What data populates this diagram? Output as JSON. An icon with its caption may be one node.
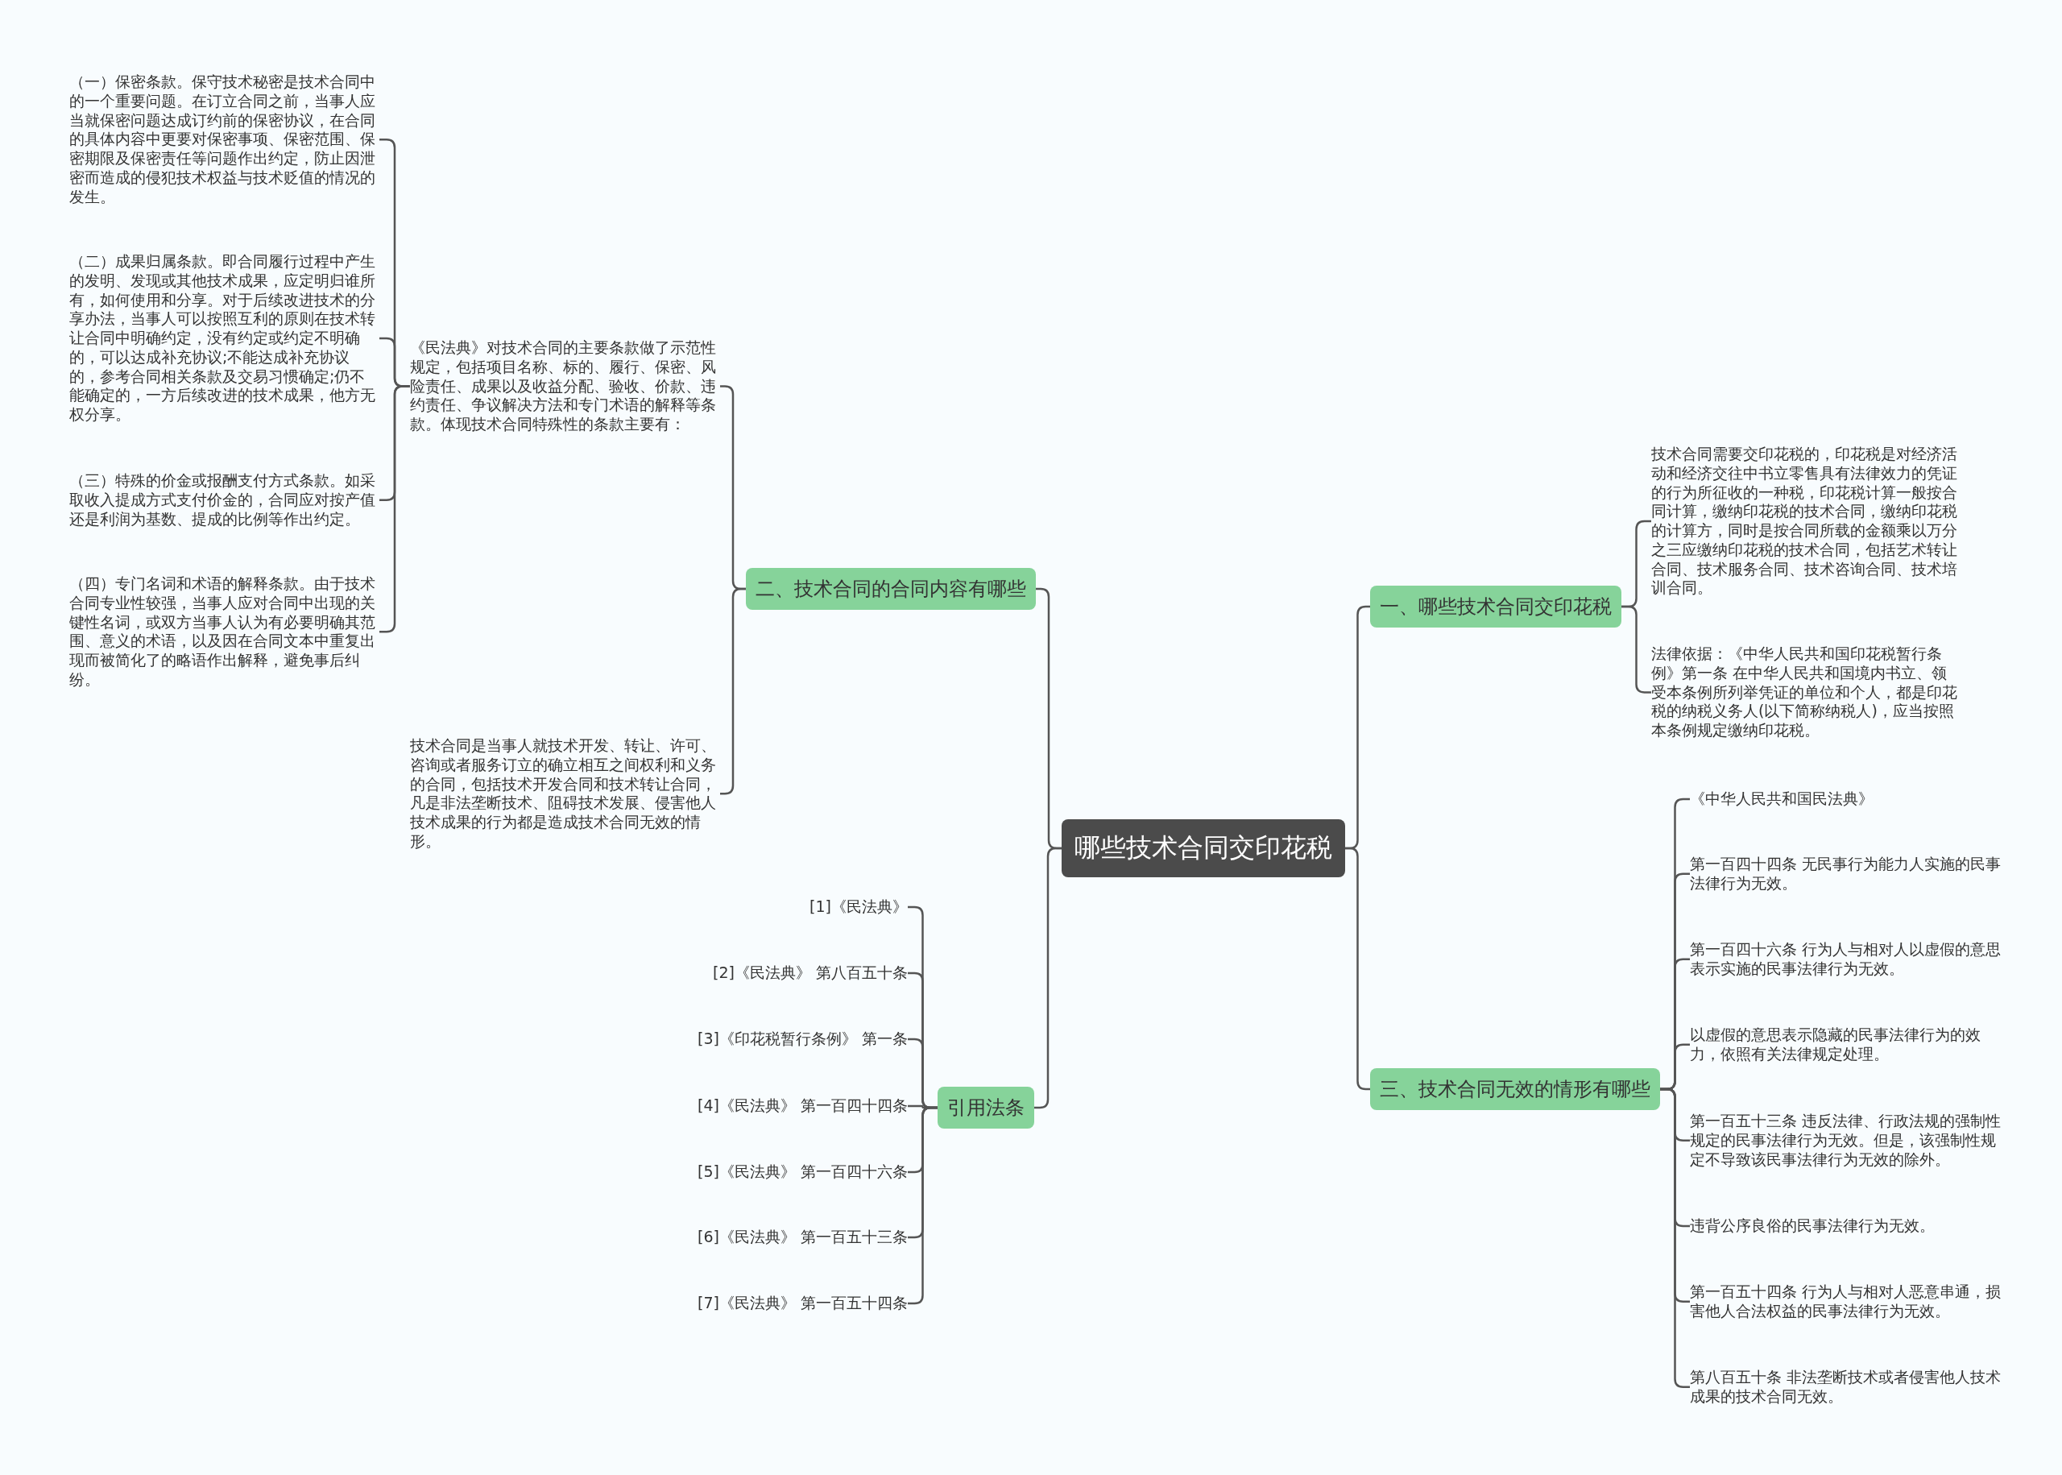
{
  "diagram": {
    "nodes": [
      {
        "text": [
          "哪些技术合同交印花税"
        ]
      },
      {
        "text": [
          "二、技术合同的合同内容有哪些"
        ]
      },
      {
        "text": [
          "《民法典》对技术合同的主要条款做了示范性规定，包括项目名称、标的、履行、保密、风险责任、成果以及收益分配、验收、价款、违约责任、争议解决方法和专门术语的解释等条款。体现技术合同特殊性的条款主要有："
        ]
      },
      {
        "text": [
          "（一）保密条款。保守技术秘密是技术合同中的一个重要问题。在订立合同之前，当事人应当就保密问题达成订约前的保密协议，在合同的具体内容中更要对保密事项、保密范围、保密期限及保密责任等问题作出约定，防止因泄密而造成的侵犯技术权益与技术贬值的情况的发生。"
        ]
      },
      {
        "text": [
          "（二）成果归属条款。即合同履行过程中产生的发明、发现或其他技术成果，应定明归谁所有，如何使用和分享。对于后续改进技术的分享办法，当事人可以按照互利的原则在技术转让合同中明确约定，没有约定或约定不明确的，可以达成补充协议;不能达成补充协议的，参考合同相关条款及交易习惯确定;仍不能确定的，一方后续改进的技术成果，他方无权分享。"
        ]
      },
      {
        "text": [
          "（三）特殊的价金或报酬支付方式条款。如采取收入提成方式支付价金的，合同应对按产值还是利润为基数、提成的比例等作出约定。"
        ]
      },
      {
        "text": [
          "（四）专门名词和术语的解释条款。由于技术合同专业性较强，当事人应对合同中出现的关键性名词，或双方当事人认为有必要明确其范围、意义的术语，以及因在合同文本中重复出现而被简化了的略语作出解释，避免事后纠纷。"
        ]
      },
      {
        "text": [
          "技术合同是当事人就技术开发、转让、许可、咨询或者服务订立的确立相互之间权利和义务的合同，包括技术开发合同和技术转让合同，凡是非法垄断技术、阻碍技术发展、侵害他人技术成果的行为都是造成技术合同无效的情形。"
        ]
      },
      {
        "text": [
          "引用法条"
        ]
      },
      {
        "text": [
          "[1]《民法典》"
        ]
      },
      {
        "text": [
          "[2]《民法典》 第八百五十条"
        ]
      },
      {
        "text": [
          "[3]《印花税暂行条例》 第一条"
        ]
      },
      {
        "text": [
          "[4]《民法典》 第一百四十四条"
        ]
      },
      {
        "text": [
          "[5]《民法典》 第一百四十六条"
        ]
      },
      {
        "text": [
          "[6]《民法典》 第一百五十三条"
        ]
      },
      {
        "text": [
          "[7]《民法典》 第一百五十四条"
        ]
      },
      {
        "text": [
          "一、哪些技术合同交印花税"
        ]
      },
      {
        "text": [
          "技术合同需要交印花税的，印花税是对经济活动和经济交往中书立零售具有法律效力的凭证的行为所征收的一种税，印花税计算一般按合同计算，缴纳印花税的技术合同，缴纳印花税的计算方，同时是按合同所载的金额乘以万分之三应缴纳印花税的技术合同，包括艺术转让合同、技术服务合同、技术咨询合同、技术培训合同。"
        ]
      },
      {
        "text": [
          "法律依据：《中华人民共和国印花税暂行条例》第一条 在中华人民共和国境内书立、领受本条例所列举凭证的单位和个人，都是印花税的纳税义务人(以下简称纳税人)，应当按照本条例规定缴纳印花税。"
        ]
      },
      {
        "text": [
          "三、技术合同无效的情形有哪些"
        ]
      },
      {
        "text": [
          "《中华人民共和国民法典》"
        ]
      },
      {
        "text": [
          "第一百四十四条 无民事行为能力人实施的民事法律行为无效。"
        ]
      },
      {
        "text": [
          "第一百四十六条 行为人与相对人以虚假的意思表示实施的民事法律行为无效。"
        ]
      },
      {
        "text": [
          "以虚假的意思表示隐藏的民事法律行为的效力，依照有关法律规定处理。"
        ]
      },
      {
        "text": [
          "第一百五十三条 违反法律、行政法规的强制性规定的民事法律行为无效。但是，该强制性规定不导致该民事法律行为无效的除外。"
        ]
      },
      {
        "text": [
          "违背公序良俗的民事法律行为无效。"
        ]
      },
      {
        "text": [
          "第一百五十四条 行为人与相对人恶意串通，损害他人合法权益的民事法律行为无效。"
        ]
      },
      {
        "text": [
          "第八百五十条 非法垄断技术或者侵害他人技术成果的技术合同无效。"
        ]
      }
    ],
    "edges": [
      {
        "from": 0,
        "to": 1,
        "arrow": "none"
      },
      {
        "from": 1,
        "to": 2,
        "arrow": "none"
      },
      {
        "from": 2,
        "to": 3,
        "arrow": "none"
      },
      {
        "from": 2,
        "to": 4,
        "arrow": "none"
      },
      {
        "from": 2,
        "to": 5,
        "arrow": "none"
      },
      {
        "from": 2,
        "to": 6,
        "arrow": "none"
      },
      {
        "from": 1,
        "to": 7,
        "arrow": "none"
      },
      {
        "from": 0,
        "to": 8,
        "arrow": "none"
      },
      {
        "from": 8,
        "to": 9,
        "arrow": "none"
      },
      {
        "from": 8,
        "to": 10,
        "arrow": "none"
      },
      {
        "from": 8,
        "to": 11,
        "arrow": "none"
      },
      {
        "from": 8,
        "to": 12,
        "arrow": "none"
      },
      {
        "from": 8,
        "to": 13,
        "arrow": "none"
      },
      {
        "from": 8,
        "to": 14,
        "arrow": "none"
      },
      {
        "from": 8,
        "to": 15,
        "arrow": "none"
      },
      {
        "from": 0,
        "to": 16,
        "arrow": "none"
      },
      {
        "from": 16,
        "to": 17,
        "arrow": "none"
      },
      {
        "from": 16,
        "to": 18,
        "arrow": "none"
      },
      {
        "from": 0,
        "to": 19,
        "arrow": "none"
      },
      {
        "from": 19,
        "to": 20,
        "arrow": "none"
      },
      {
        "from": 19,
        "to": 21,
        "arrow": "none"
      },
      {
        "from": 19,
        "to": 22,
        "arrow": "none"
      },
      {
        "from": 19,
        "to": 23,
        "arrow": "none"
      },
      {
        "from": 19,
        "to": 24,
        "arrow": "none"
      },
      {
        "from": 19,
        "to": 25,
        "arrow": "none"
      },
      {
        "from": 19,
        "to": 26,
        "arrow": "none"
      },
      {
        "from": 19,
        "to": 27,
        "arrow": "none"
      }
    ]
  }
}
